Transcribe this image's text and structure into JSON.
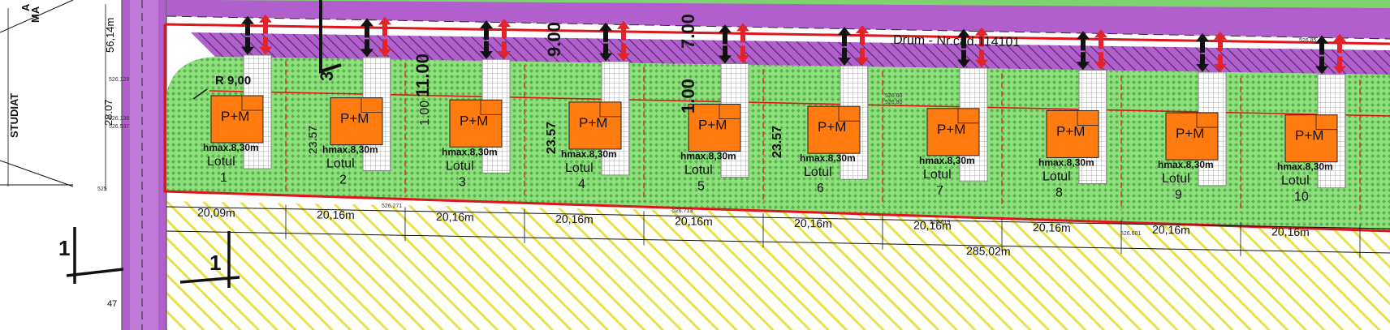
{
  "colors": {
    "lot_fill": "#8ee07c",
    "road_purple": "#b25fce",
    "house_orange": "#ff7a0f",
    "boundary_red": "#e0151b",
    "hatch_yellow": "#e8e24a",
    "arrow_red": "#e3232c",
    "grid_gray": "#9a9a9a"
  },
  "road": {
    "name": "Drum - Nr.cad.114101"
  },
  "labels": {
    "radius": "R 9,00",
    "studiat": "STUDIAT",
    "section_a": "1",
    "section_b": "1",
    "corner_letter_a": "A",
    "corner_letter_ma": "MA",
    "left_width": "56,14m",
    "left_depth": "28.07",
    "depth_a": "23.57",
    "depth_b": "23.57",
    "depth_c": "23.57",
    "road_width_a": "11.00",
    "road_width_b": "9.00",
    "road_width_c": "7.00",
    "offset_a": "1.00",
    "offset_b": "1.00",
    "offset_c": "3",
    "total_length": "285,02m",
    "point_47": "47"
  },
  "lots": [
    {
      "lot": "Lotul",
      "num": "1",
      "house": "P+M",
      "hmax": "hmax.8,30m",
      "width": "20,09m"
    },
    {
      "lot": "Lotul",
      "num": "2",
      "house": "P+M",
      "hmax": "hmax.8,30m",
      "width": "20,16m"
    },
    {
      "lot": "Lotul",
      "num": "3",
      "house": "P+M",
      "hmax": "hmax.8,30m",
      "width": "20,16m"
    },
    {
      "lot": "Lotul",
      "num": "4",
      "house": "P+M",
      "hmax": "hmax.8,30m",
      "width": "20,16m"
    },
    {
      "lot": "Lotul",
      "num": "5",
      "house": "P+M",
      "hmax": "hmax.8,30m",
      "width": "20,16m"
    },
    {
      "lot": "Lotul",
      "num": "6",
      "house": "P+M",
      "hmax": "hmax.8,30m",
      "width": "20,16m"
    },
    {
      "lot": "Lotul",
      "num": "7",
      "house": "P+M",
      "hmax": "hmax.8,30m",
      "width": "20,16m"
    },
    {
      "lot": "Lotul",
      "num": "8",
      "house": "P+M",
      "hmax": "hmax.8,30m",
      "width": "20,16m"
    },
    {
      "lot": "Lotul",
      "num": "9",
      "house": "P+M",
      "hmax": "hmax.8,30m",
      "width": "20,16m"
    },
    {
      "lot": "Lotul",
      "num": "10",
      "house": "P+M",
      "hmax": "hmax.8,30m",
      "width": "20,16m"
    }
  ],
  "elevations": [
    "526.128",
    "526.138",
    "526.537",
    "526.271",
    "526.713",
    "526.60",
    "526.80",
    "526.619",
    "526.601",
    "526.85",
    "525"
  ]
}
